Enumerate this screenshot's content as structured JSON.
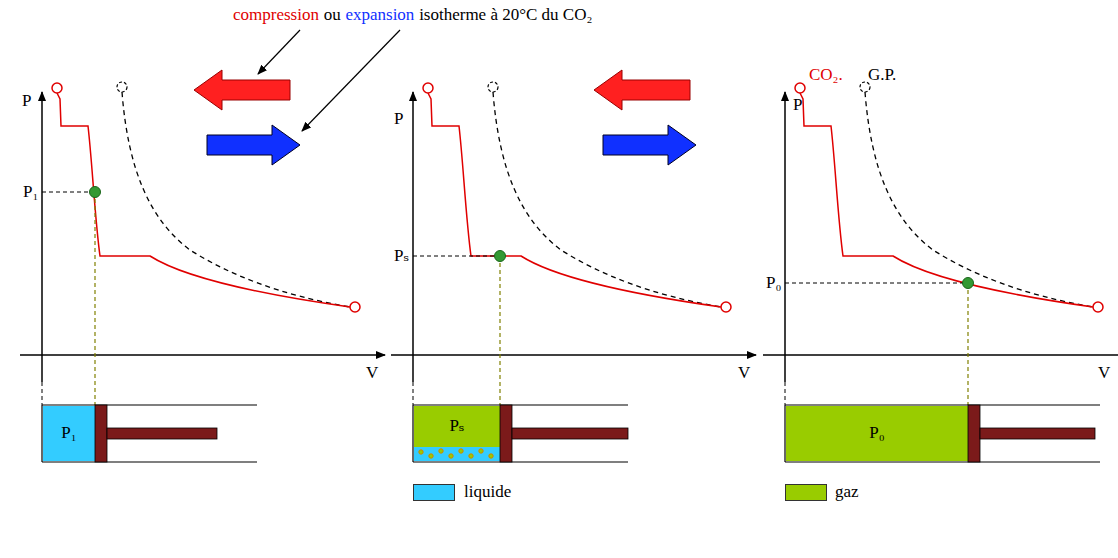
{
  "diagram": {
    "nodes": [
      {
        "text": [
          "P₁"
        ]
      },
      {
        "text": [
          "Pₛ"
        ]
      },
      {
        "text": [
          "P₀"
        ]
      }
    ],
    "labels": [
      "compression",
      "ou",
      "expansion",
      "isotherme à 20°C du CO₂",
      "P",
      "P₁",
      "V",
      "P",
      "Pₛ",
      "V",
      "P",
      "CO₂.",
      "G.P.",
      "P₀",
      "V"
    ],
    "legend": [
      {
        "text": "liquide",
        "color": "#33ccff"
      },
      {
        "text": "gaz",
        "color": "#99cc00"
      }
    ]
  }
}
